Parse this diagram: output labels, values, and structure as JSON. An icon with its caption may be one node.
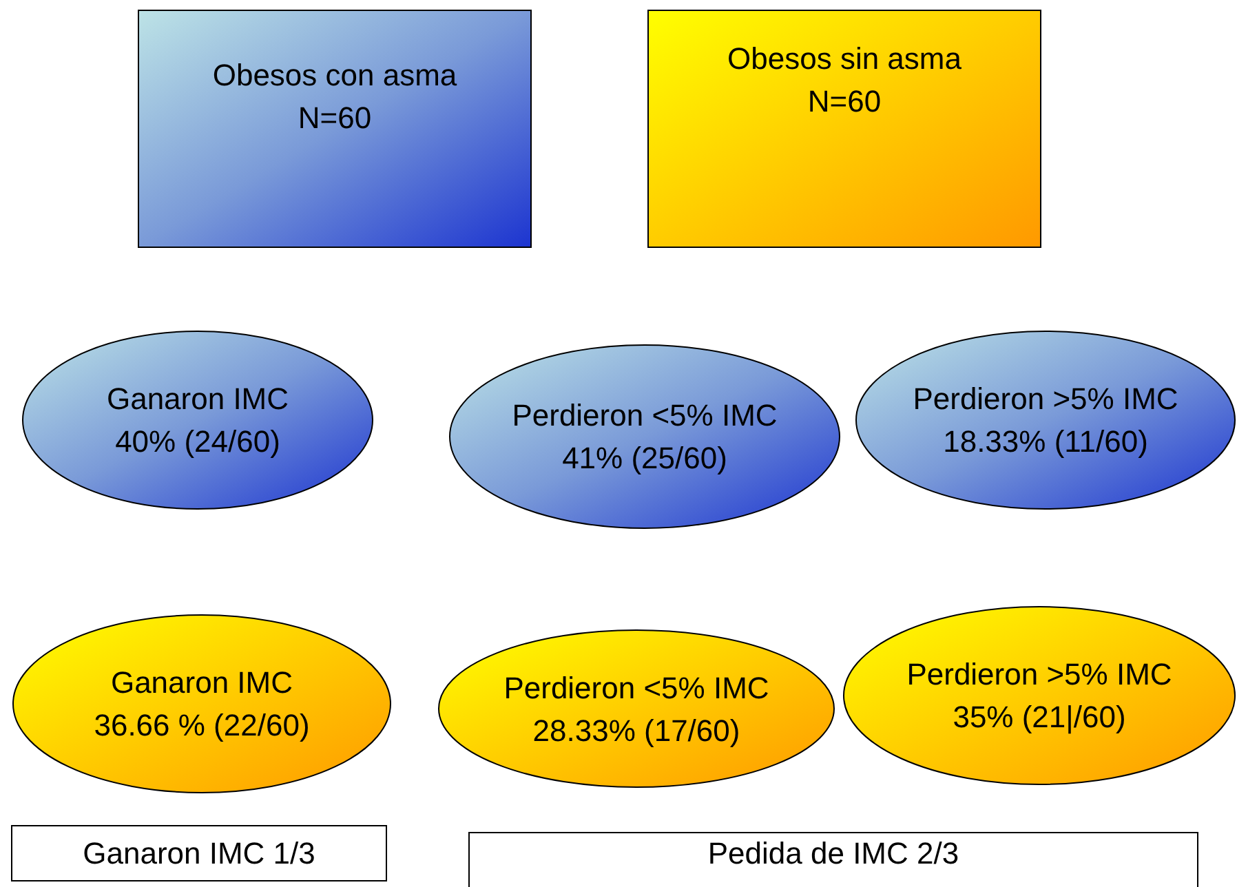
{
  "diagram": {
    "nodes": [
      {
        "text": [
          "Obesos con asma",
          "N=60"
        ]
      },
      {
        "text": [
          "Obesos sin asma",
          "N=60"
        ]
      },
      {
        "text": [
          "Ganaron IMC",
          "40% (24/60)"
        ]
      },
      {
        "text": [
          "Perdieron <5% IMC",
          "41% (25/60)"
        ]
      },
      {
        "text": [
          "Perdieron >5% IMC",
          "18.33% (11/60)"
        ]
      },
      {
        "text": [
          "Ganaron IMC",
          "36.66 % (22/60)"
        ]
      },
      {
        "text": [
          "Perdieron <5% IMC",
          "28.33% (17/60)"
        ]
      },
      {
        "text": [
          "Perdieron >5% IMC",
          "35% (21|/60)"
        ]
      },
      {
        "text": [
          "Ganaron IMC 1/3"
        ]
      },
      {
        "text": [
          "Pedida de IMC 2/3"
        ]
      }
    ]
  }
}
